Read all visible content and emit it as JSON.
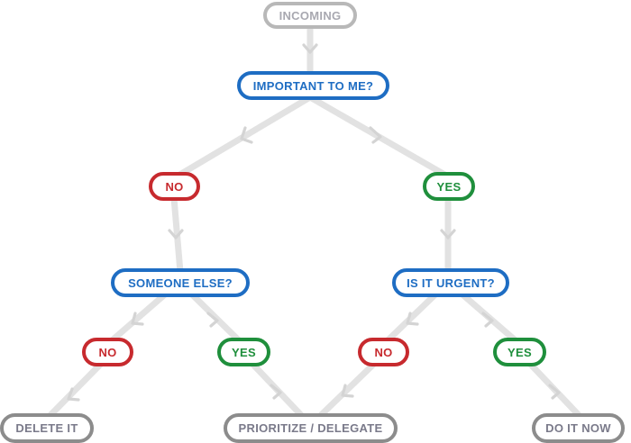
{
  "nodes": {
    "incoming": "INCOMING",
    "important": "IMPORTANT TO ME?",
    "no1": "NO",
    "yes1": "YES",
    "someone_else": "SOMEONE ELSE?",
    "is_urgent": "IS IT URGENT?",
    "no2": "NO",
    "yes2": "YES",
    "no3": "NO",
    "yes3": "YES",
    "delete_it": "DELETE IT",
    "prioritize": "PRIORITIZE / DELEGATE",
    "do_it_now": "DO IT NOW"
  },
  "colors": {
    "question_border": "#1e6dc3",
    "no_border": "#c72a2e",
    "yes_border": "#1f8f3c",
    "outcome_border": "#8c8c8c",
    "start_border": "#b8b8b8",
    "connector": "#e2e2e2"
  },
  "edges": [
    [
      "incoming",
      "important"
    ],
    [
      "important",
      "no1"
    ],
    [
      "important",
      "yes1"
    ],
    [
      "no1",
      "someone_else"
    ],
    [
      "yes1",
      "is_urgent"
    ],
    [
      "someone_else",
      "no2"
    ],
    [
      "someone_else",
      "yes2"
    ],
    [
      "is_urgent",
      "no3"
    ],
    [
      "is_urgent",
      "yes3"
    ],
    [
      "no2",
      "delete_it"
    ],
    [
      "yes2",
      "prioritize"
    ],
    [
      "no3",
      "prioritize"
    ],
    [
      "yes3",
      "do_it_now"
    ]
  ]
}
